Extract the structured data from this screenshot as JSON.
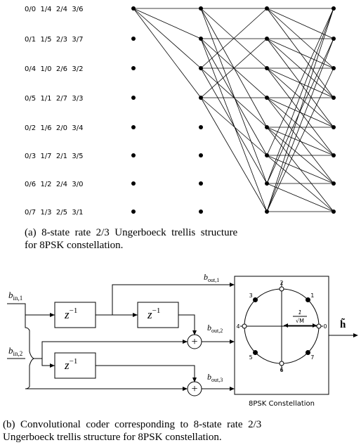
{
  "trellis": {
    "state_labels": [
      "0/0  1/4  2/4  3/6",
      "0/1  1/5  2/3  3/7",
      "0/4  1/0  2/6  3/2",
      "0/5  1/1  2/7  3/3",
      "0/2  1/6  2/0  3/4",
      "0/3  1/7  2/1  3/5",
      "0/6  1/2  2/4  3/0",
      "0/7  1/3  2/5  3/1"
    ],
    "caption_line1": "(a)  8-state  rate  2/3  Ungerboeck  trellis  structure",
    "caption_line2": "for 8PSK constellation."
  },
  "coder": {
    "input1_label": "b",
    "input1_sub": "in,1",
    "input2_label": "b",
    "input2_sub": "in,2",
    "delay_label": "z",
    "delay_exp": "−1",
    "out1_label": "b",
    "out1_sub": "out,1",
    "out2_label": "b",
    "out2_sub": "out,2",
    "out3_label": "b",
    "out3_sub": "out,3",
    "adder_symbol": "+",
    "output_label": "h̃",
    "constellation_title": "8PSK Constellation",
    "constellation_points": [
      "0",
      "1",
      "2",
      "3",
      "4",
      "5",
      "6",
      "7"
    ],
    "radius_num": "1",
    "radius_den": "√M",
    "caption_line1": "(b)  Convolutional  coder  corresponding  to  8-state  rate  2/3",
    "caption_line2": "Ungerboeck trellis structure for 8PSK constellation."
  }
}
